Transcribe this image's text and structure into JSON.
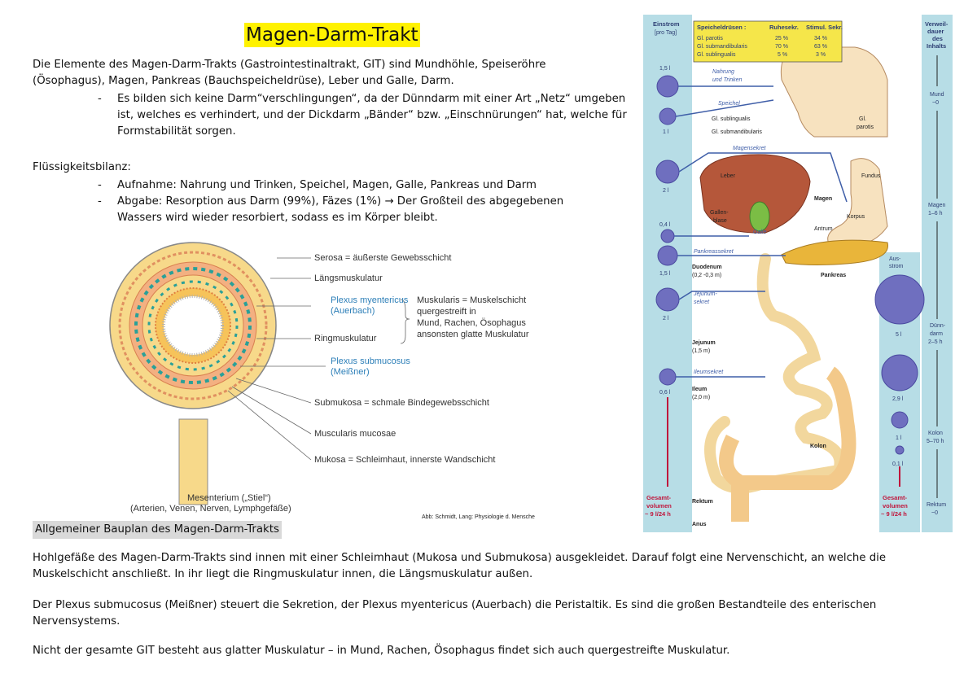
{
  "title": "Magen-Darm-Trakt",
  "intro": "Die Elemente des Magen-Darm-Trakts (Gastrointestinaltrakt, GIT) sind Mundhöhle, Speiseröhre (Ösophagus), Magen, Pankreas (Bauchspeicheldrüse), Leber und Galle, Darm.",
  "intro_bullets": [
    "Es bilden sich keine Darm“verschlingungen“, da der Dünndarm mit einer Art „Netz“ umgeben ist, welches es verhindert, und der Dickdarm „Bänder“ bzw. „Einschnürungen“ hat, welche für Formstabilität sorgen."
  ],
  "fluid_heading": "Flüssigkeitsbilanz:",
  "fluid_bullets": [
    "Aufnahme: Nahrung und Trinken, Speichel, Magen, Galle, Pankreas und Darm",
    "Abgabe: Resorption aus Darm (99%), Fäzes (1%) → Der Großteil des abgegebenen Wassers wird wieder resorbiert, sodass es im Körper bleibt."
  ],
  "cross_section": {
    "serosa": "Serosa = äußerste Gewebsschicht",
    "laengs": "Längsmuskulatur",
    "plexus_my_1": "Plexus myentericus",
    "plexus_my_2": "(Auerbach)",
    "ring": "Ringmuskulatur",
    "plexus_sub_1": "Plexus submucosus",
    "plexus_sub_2": "(Meißner)",
    "submukosa": "Submukosa = schmale Bindegewebsschicht",
    "musc_mucosae": "Muscularis mucosae",
    "mukosa": "Mukosa  = Schleimhaut, innerste Wandschicht",
    "muskularis_1": "Muskularis = Muskelschicht",
    "muskularis_2": "quergestreift in",
    "muskularis_3": "Mund, Rachen, Ösophagus",
    "muskularis_4": "ansonsten glatte Muskulatur",
    "mesenterium_1": "Mesenterium („Stiel“)",
    "mesenterium_2": "(Arterien, Venen, Nerven, Lymphgefäße)",
    "source": "Abb: Schmidt, Lang: Physiologie d. Mensche"
  },
  "caption": "Allgemeiner Bauplan des Magen-Darm-Trakts",
  "paragraphs": [
    "Hohlgefäße des Magen-Darm-Trakts sind innen mit einer Schleimhaut (Mukosa und Submukosa) ausgekleidet. Darauf folgt eine Nervenschicht, an welche die Muskelschicht anschließt. In ihr liegt die Ringmuskulatur innen, die Längsmuskulatur außen.",
    "Der Plexus submucosus (Meißner) steuert die Sekretion, der Plexus myentericus (Auerbach) die Peristaltik. Es sind die großen Bestandteile des enterischen Nervensystems.",
    "Nicht der gesamte GIT besteht aus glatter Muskulatur – in Mund, Rachen, Ösophagus findet sich auch quergestreifte Muskulatur."
  ],
  "gi_figure": {
    "einstrom": "Einstrom",
    "pro_tag": "[pro Tag]",
    "inflows": [
      "1,5 l",
      "1 l",
      "2 l",
      "0,4 l",
      "1,5 l",
      "2 l",
      "0,6 l"
    ],
    "gesamt_left": [
      "Gesamt-",
      "volumen",
      "~ 9 l/24 h"
    ],
    "table_header": [
      "Speicheldrüsen :",
      "Ruhesekr.",
      "Stimul. Sekr."
    ],
    "table_rows": [
      [
        "Gl. parotis",
        "25 %",
        "34 %"
      ],
      [
        "Gl. submandibularis",
        "70 %",
        "63 %"
      ],
      [
        "Gl. sublingualis",
        "5 %",
        "3 %"
      ]
    ],
    "labels": {
      "nahrung": "Nahrung",
      "trinken": "und Trinken",
      "speichel": "Speichel",
      "sublingualis": "Gl. sublingualis",
      "submandibularis": "Gl. submandibularis",
      "parotis_1": "Gl.",
      "parotis_2": "parotis",
      "magensekret": "Magensekret",
      "leber": "Leber",
      "fundus": "Fundus",
      "magen": "Magen",
      "korpus": "Korpus",
      "gallenblase_1": "Gallen-",
      "gallenblase_2": "blase",
      "antrum": "Antrum",
      "galle": "Galle",
      "pankreassekret": "Pankreassekret",
      "duodenum": "Duodenum",
      "duodenum_len": "(0,2 -0,3 m)",
      "pankreas": "Pankreas",
      "jejunumsekret_1": "Jejunum-",
      "jejunumsekret_2": "sekret",
      "jejunum": "Jejunum",
      "jejunum_len": "(1,5 m)",
      "ileumsekret": "Ileumsekret",
      "ileum": "Ileum",
      "ileum_len": "(2,0 m)",
      "kolon": "Kolon",
      "rektum": "Rektum",
      "anus": "Anus"
    },
    "ausstrom_1": "Aus-",
    "ausstrom_2": "strom",
    "outflows": [
      "5 l",
      "2,9 l",
      "1 l",
      "0,1 l"
    ],
    "gesamt_right": [
      "Gesamt-",
      "volumen",
      "~ 9 l/24 h"
    ],
    "verweil": [
      "Verweil-",
      "dauer",
      "des",
      "Inhalts"
    ],
    "stations": [
      [
        "Mund",
        "~0"
      ],
      [
        "Magen",
        "1–6 h"
      ],
      [
        "Dünn-",
        "darm",
        "2–5 h"
      ],
      [
        "Kolon",
        "5–70 h"
      ],
      [
        "Rektum",
        "~0"
      ]
    ]
  },
  "colors": {
    "highlight": "#fff200",
    "caption_bg": "#d9d9d9",
    "panel": "#b7dde6",
    "circle": "#6f6fbf",
    "arrow_red": "#c0163c"
  }
}
